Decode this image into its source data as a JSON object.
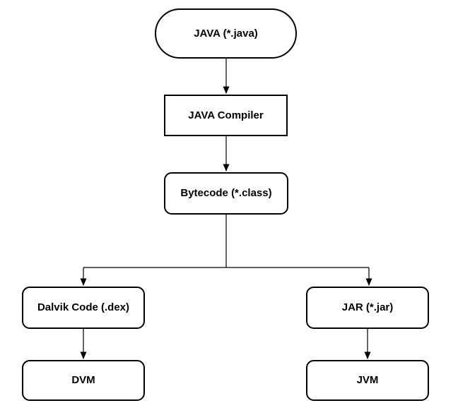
{
  "diagram": {
    "type": "flowchart",
    "nodes": [
      {
        "id": "java-source",
        "label": "JAVA (*.java)",
        "shape": "stadium"
      },
      {
        "id": "java-compiler",
        "label": "JAVA Compiler",
        "shape": "rectangle"
      },
      {
        "id": "bytecode",
        "label": "Bytecode (*.class)",
        "shape": "rounded-rectangle"
      },
      {
        "id": "dalvik-code",
        "label": "Dalvik Code (.dex)",
        "shape": "rounded-rectangle"
      },
      {
        "id": "jar",
        "label": "JAR (*.jar)",
        "shape": "rounded-rectangle"
      },
      {
        "id": "dvm",
        "label": "DVM",
        "shape": "rounded-rectangle"
      },
      {
        "id": "jvm",
        "label": "JVM",
        "shape": "rounded-rectangle"
      }
    ],
    "edges": [
      {
        "from": "java-source",
        "to": "java-compiler",
        "arrow": "down"
      },
      {
        "from": "java-compiler",
        "to": "bytecode",
        "arrow": "down"
      },
      {
        "from": "bytecode",
        "to": "dalvik-code",
        "arrow": "down",
        "branch": "left"
      },
      {
        "from": "bytecode",
        "to": "jar",
        "arrow": "down",
        "branch": "right"
      },
      {
        "from": "dalvik-code",
        "to": "dvm",
        "arrow": "down"
      },
      {
        "from": "jar",
        "to": "jvm",
        "arrow": "down"
      }
    ],
    "colors": {
      "background": "#ffffff",
      "node_fill": "#ffffff",
      "node_border": "#000000",
      "line": "#000000",
      "text": "#000000"
    }
  }
}
